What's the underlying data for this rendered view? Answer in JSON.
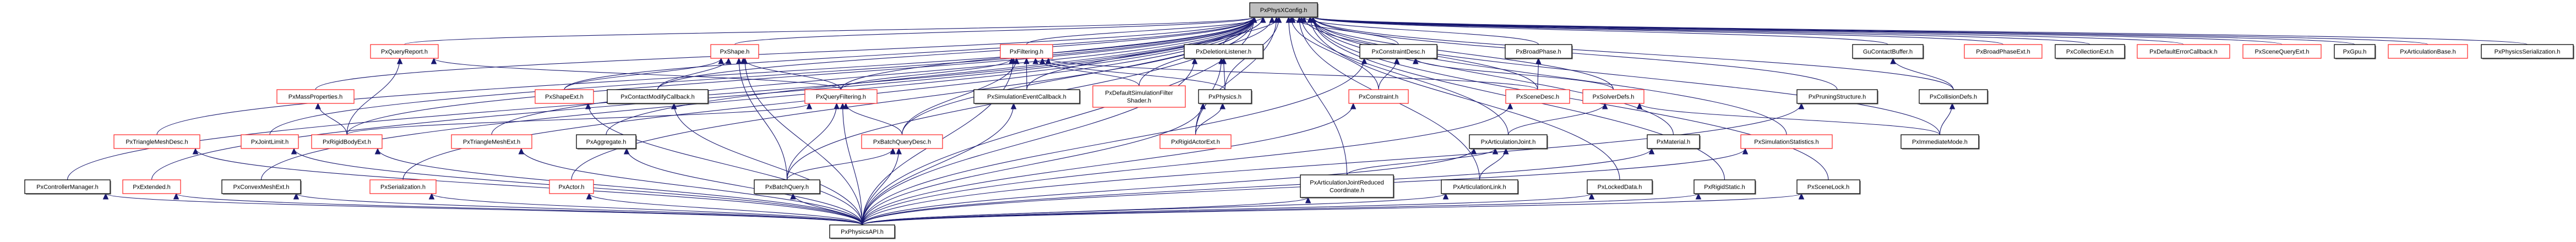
{
  "title": "PxPhysXConfig.h include dependency graph",
  "colors": {
    "edge": "#191970",
    "root_fill": "#bfbfbf",
    "node_fill": "#ffffff",
    "documented_border": "#000000",
    "undocumented_border": "#ff3030"
  },
  "root": "PxPhysXConfig.h",
  "nodes": [
    {
      "id": "PxPhysXConfig.h",
      "label": [
        "PxPhysXConfig.h"
      ],
      "style": "root"
    },
    {
      "id": "PxQueryReport.h",
      "label": [
        "PxQueryReport.h"
      ],
      "style": "red"
    },
    {
      "id": "PxShape.h",
      "label": [
        "PxShape.h"
      ],
      "style": "red"
    },
    {
      "id": "PxFiltering.h",
      "label": [
        "PxFiltering.h"
      ],
      "style": "red"
    },
    {
      "id": "PxDeletionListener.h",
      "label": [
        "PxDeletionListener.h"
      ],
      "style": "black"
    },
    {
      "id": "PxConstraintDesc.h",
      "label": [
        "PxConstraintDesc.h"
      ],
      "style": "black"
    },
    {
      "id": "PxBroadPhase.h",
      "label": [
        "PxBroadPhase.h"
      ],
      "style": "black"
    },
    {
      "id": "GuContactBuffer.h",
      "label": [
        "GuContactBuffer.h"
      ],
      "style": "black"
    },
    {
      "id": "PxBroadPhaseExt.h",
      "label": [
        "PxBroadPhaseExt.h"
      ],
      "style": "red"
    },
    {
      "id": "PxCollectionExt.h",
      "label": [
        "PxCollectionExt.h"
      ],
      "style": "black"
    },
    {
      "id": "PxDefaultErrorCallback.h",
      "label": [
        "PxDefaultErrorCallback.h"
      ],
      "style": "red"
    },
    {
      "id": "PxSceneQueryExt.h",
      "label": [
        "PxSceneQueryExt.h"
      ],
      "style": "red"
    },
    {
      "id": "PxGpu.h",
      "label": [
        "PxGpu.h"
      ],
      "style": "black"
    },
    {
      "id": "PxArticulationBase.h",
      "label": [
        "PxArticulationBase.h"
      ],
      "style": "red"
    },
    {
      "id": "PxPhysicsSerialization.h",
      "label": [
        "PxPhysicsSerialization.h"
      ],
      "style": "black"
    },
    {
      "id": "PxMassProperties.h",
      "label": [
        "PxMassProperties.h"
      ],
      "style": "red"
    },
    {
      "id": "PxShapeExt.h",
      "label": [
        "PxShapeExt.h"
      ],
      "style": "red"
    },
    {
      "id": "PxContactModifyCallback.h",
      "label": [
        "PxContactModifyCallback.h"
      ],
      "style": "black"
    },
    {
      "id": "PxQueryFiltering.h",
      "label": [
        "PxQueryFiltering.h"
      ],
      "style": "red"
    },
    {
      "id": "PxSimulationEventCallback.h",
      "label": [
        "PxSimulationEventCallback.h"
      ],
      "style": "black"
    },
    {
      "id": "PxDefaultSimulationFilterShader.h",
      "label": [
        "PxDefaultSimulationFilter",
        "Shader.h"
      ],
      "style": "red"
    },
    {
      "id": "PxPhysics.h",
      "label": [
        "PxPhysics.h"
      ],
      "style": "black"
    },
    {
      "id": "PxConstraint.h",
      "label": [
        "PxConstraint.h"
      ],
      "style": "red"
    },
    {
      "id": "PxSceneDesc.h",
      "label": [
        "PxSceneDesc.h"
      ],
      "style": "red"
    },
    {
      "id": "PxSolverDefs.h",
      "label": [
        "PxSolverDefs.h"
      ],
      "style": "red"
    },
    {
      "id": "PxPruningStructure.h",
      "label": [
        "PxPruningStructure.h"
      ],
      "style": "black"
    },
    {
      "id": "PxCollisionDefs.h",
      "label": [
        "PxCollisionDefs.h"
      ],
      "style": "black"
    },
    {
      "id": "PxTriangleMeshDesc.h",
      "label": [
        "PxTriangleMeshDesc.h"
      ],
      "style": "red"
    },
    {
      "id": "PxJointLimit.h",
      "label": [
        "PxJointLimit.h"
      ],
      "style": "red"
    },
    {
      "id": "PxRigidBodyExt.h",
      "label": [
        "PxRigidBodyExt.h"
      ],
      "style": "red"
    },
    {
      "id": "PxTriangleMeshExt.h",
      "label": [
        "PxTriangleMeshExt.h"
      ],
      "style": "red"
    },
    {
      "id": "PxAggregate.h",
      "label": [
        "PxAggregate.h"
      ],
      "style": "black"
    },
    {
      "id": "PxBatchQueryDesc.h",
      "label": [
        "PxBatchQueryDesc.h"
      ],
      "style": "red"
    },
    {
      "id": "PxRigidActorExt.h",
      "label": [
        "PxRigidActorExt.h"
      ],
      "style": "red"
    },
    {
      "id": "PxArticulationJoint.h",
      "label": [
        "PxArticulationJoint.h"
      ],
      "style": "black"
    },
    {
      "id": "PxMaterial.h",
      "label": [
        "PxMaterial.h"
      ],
      "style": "black"
    },
    {
      "id": "PxSimulationStatistics.h",
      "label": [
        "PxSimulationStatistics.h"
      ],
      "style": "red"
    },
    {
      "id": "PxImmediateMode.h",
      "label": [
        "PxImmediateMode.h"
      ],
      "style": "black"
    },
    {
      "id": "PxControllerManager.h",
      "label": [
        "PxControllerManager.h"
      ],
      "style": "black"
    },
    {
      "id": "PxExtended.h",
      "label": [
        "PxExtended.h"
      ],
      "style": "red"
    },
    {
      "id": "PxConvexMeshExt.h",
      "label": [
        "PxConvexMeshExt.h"
      ],
      "style": "black"
    },
    {
      "id": "PxSerialization.h",
      "label": [
        "PxSerialization.h"
      ],
      "style": "red"
    },
    {
      "id": "PxActor.h",
      "label": [
        "PxActor.h"
      ],
      "style": "red"
    },
    {
      "id": "PxBatchQuery.h",
      "label": [
        "PxBatchQuery.h"
      ],
      "style": "black"
    },
    {
      "id": "PxArticulationJointReducedCoordinate.h",
      "label": [
        "PxArticulationJointReduced",
        "Coordinate.h"
      ],
      "style": "black"
    },
    {
      "id": "PxArticulationLink.h",
      "label": [
        "PxArticulationLink.h"
      ],
      "style": "black"
    },
    {
      "id": "PxLockedData.h",
      "label": [
        "PxLockedData.h"
      ],
      "style": "black"
    },
    {
      "id": "PxRigidStatic.h",
      "label": [
        "PxRigidStatic.h"
      ],
      "style": "black"
    },
    {
      "id": "PxSceneLock.h",
      "label": [
        "PxSceneLock.h"
      ],
      "style": "black"
    },
    {
      "id": "PxPhysicsAPI.h",
      "label": [
        "PxPhysicsAPI.h"
      ],
      "style": "black"
    }
  ],
  "edges": [
    [
      "PxQueryReport.h",
      "PxPhysXConfig.h"
    ],
    [
      "PxShape.h",
      "PxPhysXConfig.h"
    ],
    [
      "PxFiltering.h",
      "PxPhysXConfig.h"
    ],
    [
      "PxDeletionListener.h",
      "PxPhysXConfig.h"
    ],
    [
      "PxConstraintDesc.h",
      "PxPhysXConfig.h"
    ],
    [
      "PxBroadPhase.h",
      "PxPhysXConfig.h"
    ],
    [
      "GuContactBuffer.h",
      "PxPhysXConfig.h"
    ],
    [
      "PxBroadPhaseExt.h",
      "PxPhysXConfig.h"
    ],
    [
      "PxCollectionExt.h",
      "PxPhysXConfig.h"
    ],
    [
      "PxDefaultErrorCallback.h",
      "PxPhysXConfig.h"
    ],
    [
      "PxSceneQueryExt.h",
      "PxPhysXConfig.h"
    ],
    [
      "PxGpu.h",
      "PxPhysXConfig.h"
    ],
    [
      "PxArticulationBase.h",
      "PxPhysXConfig.h"
    ],
    [
      "PxPhysicsSerialization.h",
      "PxPhysXConfig.h"
    ],
    [
      "PxMassProperties.h",
      "PxPhysXConfig.h"
    ],
    [
      "PxShapeExt.h",
      "PxPhysXConfig.h"
    ],
    [
      "PxContactModifyCallback.h",
      "PxPhysXConfig.h"
    ],
    [
      "PxQueryFiltering.h",
      "PxPhysXConfig.h"
    ],
    [
      "PxSimulationEventCallback.h",
      "PxPhysXConfig.h"
    ],
    [
      "PxDefaultSimulationFilterShader.h",
      "PxPhysXConfig.h"
    ],
    [
      "PxPhysics.h",
      "PxPhysXConfig.h"
    ],
    [
      "PxConstraint.h",
      "PxPhysXConfig.h"
    ],
    [
      "PxSceneDesc.h",
      "PxPhysXConfig.h"
    ],
    [
      "PxSolverDefs.h",
      "PxPhysXConfig.h"
    ],
    [
      "PxPruningStructure.h",
      "PxPhysXConfig.h"
    ],
    [
      "PxCollisionDefs.h",
      "PxPhysXConfig.h"
    ],
    [
      "PxTriangleMeshDesc.h",
      "PxPhysXConfig.h"
    ],
    [
      "PxJointLimit.h",
      "PxPhysXConfig.h"
    ],
    [
      "PxRigidBodyExt.h",
      "PxPhysXConfig.h"
    ],
    [
      "PxTriangleMeshExt.h",
      "PxPhysXConfig.h"
    ],
    [
      "PxAggregate.h",
      "PxPhysXConfig.h"
    ],
    [
      "PxBatchQueryDesc.h",
      "PxPhysXConfig.h"
    ],
    [
      "PxRigidActorExt.h",
      "PxPhysXConfig.h"
    ],
    [
      "PxArticulationJoint.h",
      "PxPhysXConfig.h"
    ],
    [
      "PxMaterial.h",
      "PxPhysXConfig.h"
    ],
    [
      "PxSimulationStatistics.h",
      "PxPhysXConfig.h"
    ],
    [
      "PxImmediateMode.h",
      "PxPhysXConfig.h"
    ],
    [
      "PxControllerManager.h",
      "PxPhysXConfig.h"
    ],
    [
      "PxExtended.h",
      "PxPhysXConfig.h"
    ],
    [
      "PxConvexMeshExt.h",
      "PxPhysXConfig.h"
    ],
    [
      "PxSerialization.h",
      "PxPhysXConfig.h"
    ],
    [
      "PxActor.h",
      "PxPhysXConfig.h"
    ],
    [
      "PxBatchQuery.h",
      "PxPhysXConfig.h"
    ],
    [
      "PxArticulationJointReducedCoordinate.h",
      "PxPhysXConfig.h"
    ],
    [
      "PxArticulationLink.h",
      "PxPhysXConfig.h"
    ],
    [
      "PxLockedData.h",
      "PxPhysXConfig.h"
    ],
    [
      "PxRigidStatic.h",
      "PxPhysXConfig.h"
    ],
    [
      "PxSceneLock.h",
      "PxPhysXConfig.h"
    ],
    [
      "PxPhysicsAPI.h",
      "PxPhysXConfig.h"
    ],
    [
      "PxRigidBodyExt.h",
      "PxQueryReport.h"
    ],
    [
      "PxRigidBodyExt.h",
      "PxMassProperties.h"
    ],
    [
      "PxRigidBodyExt.h",
      "PxQueryFiltering.h"
    ],
    [
      "PxQueryFiltering.h",
      "PxQueryReport.h"
    ],
    [
      "PxQueryFiltering.h",
      "PxShape.h"
    ],
    [
      "PxQueryFiltering.h",
      "PxFiltering.h"
    ],
    [
      "PxShapeExt.h",
      "PxShape.h"
    ],
    [
      "PxContactModifyCallback.h",
      "PxShape.h"
    ],
    [
      "PxBatchQuery.h",
      "PxShape.h"
    ],
    [
      "PxBatchQuery.h",
      "PxQueryFiltering.h"
    ],
    [
      "PxBatchQuery.h",
      "PxBatchQueryDesc.h"
    ],
    [
      "PxBatchQueryDesc.h",
      "PxQueryFiltering.h"
    ],
    [
      "PxBatchQueryDesc.h",
      "PxFiltering.h"
    ],
    [
      "PxSimulationEventCallback.h",
      "PxFiltering.h"
    ],
    [
      "PxDefaultSimulationFilterShader.h",
      "PxFiltering.h"
    ],
    [
      "PxPhysics.h",
      "PxFiltering.h"
    ],
    [
      "PxPhysics.h",
      "PxDeletionListener.h"
    ],
    [
      "PxRigidActorExt.h",
      "PxPhysics.h"
    ],
    [
      "PxRigidActorExt.h",
      "PxDeletionListener.h"
    ],
    [
      "PxSceneDesc.h",
      "PxFiltering.h"
    ],
    [
      "PxSceneDesc.h",
      "PxBroadPhase.h"
    ],
    [
      "PxConstraint.h",
      "PxConstraintDesc.h"
    ],
    [
      "PxSolverDefs.h",
      "PxConstraintDesc.h"
    ],
    [
      "PxArticulationJoint.h",
      "PxSolverDefs.h"
    ],
    [
      "PxArticulationJointReducedCoordinate.h",
      "PxArticulationJoint.h"
    ],
    [
      "PxArticulationLink.h",
      "PxArticulationJoint.h"
    ],
    [
      "PxImmediateMode.h",
      "PxSolverDefs.h"
    ],
    [
      "PxImmediateMode.h",
      "PxCollisionDefs.h"
    ],
    [
      "PxCollisionDefs.h",
      "GuContactBuffer.h"
    ],
    [
      "PxPhysicsAPI.h",
      "PxControllerManager.h"
    ],
    [
      "PxPhysicsAPI.h",
      "PxExtended.h"
    ],
    [
      "PxPhysicsAPI.h",
      "PxTriangleMeshDesc.h"
    ],
    [
      "PxPhysicsAPI.h",
      "PxConvexMeshExt.h"
    ],
    [
      "PxPhysicsAPI.h",
      "PxJointLimit.h"
    ],
    [
      "PxPhysicsAPI.h",
      "PxRigidBodyExt.h"
    ],
    [
      "PxPhysicsAPI.h",
      "PxSerialization.h"
    ],
    [
      "PxPhysicsAPI.h",
      "PxTriangleMeshExt.h"
    ],
    [
      "PxPhysicsAPI.h",
      "PxShapeExt.h"
    ],
    [
      "PxPhysicsAPI.h",
      "PxAggregate.h"
    ],
    [
      "PxPhysicsAPI.h",
      "PxActor.h"
    ],
    [
      "PxPhysicsAPI.h",
      "PxContactModifyCallback.h"
    ],
    [
      "PxPhysicsAPI.h",
      "PxShape.h"
    ],
    [
      "PxPhysicsAPI.h",
      "PxBatchQuery.h"
    ],
    [
      "PxPhysicsAPI.h",
      "PxQueryFiltering.h"
    ],
    [
      "PxPhysicsAPI.h",
      "PxBatchQueryDesc.h"
    ],
    [
      "PxPhysicsAPI.h",
      "PxFiltering.h"
    ],
    [
      "PxPhysicsAPI.h",
      "PxSimulationEventCallback.h"
    ],
    [
      "PxPhysicsAPI.h",
      "PxPhysics.h"
    ],
    [
      "PxPhysicsAPI.h",
      "PxDeletionListener.h"
    ],
    [
      "PxPhysicsAPI.h",
      "PxConstraint.h"
    ],
    [
      "PxPhysicsAPI.h",
      "PxConstraintDesc.h"
    ],
    [
      "PxPhysicsAPI.h",
      "PxArticulationJointReducedCoordinate.h"
    ],
    [
      "PxPhysicsAPI.h",
      "PxArticulationLink.h"
    ],
    [
      "PxPhysicsAPI.h",
      "PxArticulationJoint.h"
    ],
    [
      "PxPhysicsAPI.h",
      "PxSceneDesc.h"
    ],
    [
      "PxPhysicsAPI.h",
      "PxLockedData.h"
    ],
    [
      "PxPhysicsAPI.h",
      "PxMaterial.h"
    ],
    [
      "PxPhysicsAPI.h",
      "PxRigidStatic.h"
    ],
    [
      "PxPhysicsAPI.h",
      "PxSimulationStatistics.h"
    ],
    [
      "PxPhysicsAPI.h",
      "PxSceneLock.h"
    ],
    [
      "PxPhysicsAPI.h",
      "PxPruningStructure.h"
    ]
  ]
}
